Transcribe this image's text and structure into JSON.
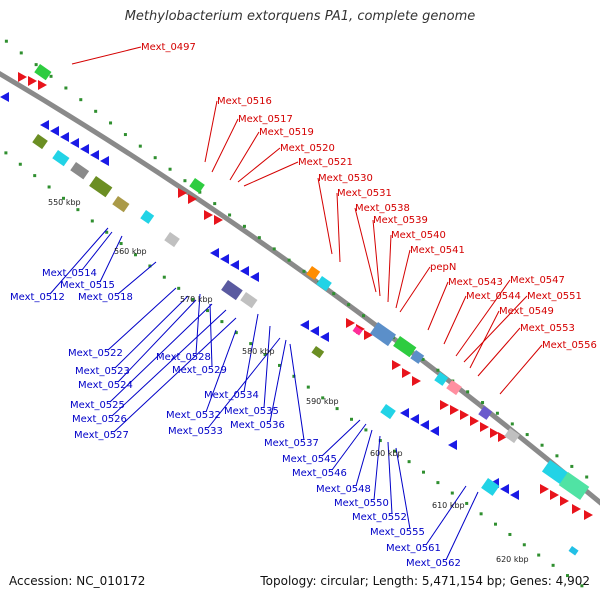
{
  "title": "Methylobacterium extorquens PA1, complete genome",
  "footer": {
    "accession": "Accession: NC_010172",
    "summary": "Topology: circular; Length: 5,471,154 bp; Genes: 4,902"
  },
  "colors": {
    "forward_gene": "#e8141c",
    "reverse_gene": "#1a1ae6",
    "forward_label": "#d40000",
    "reverse_label": "#0000c8",
    "backbone": "#8a8a8a",
    "tick_dots": "#2f8f2f"
  },
  "scale_ticks": [
    "550 kbp",
    "560 kbp",
    "570 kbp",
    "580 kbp",
    "590 kbp",
    "600 kbp",
    "610 kbp",
    "620 kbp"
  ],
  "labels_forward": [
    "Mext_0497",
    "Mext_0516",
    "Mext_0517",
    "Mext_0519",
    "Mext_0520",
    "Mext_0521",
    "Mext_0530",
    "Mext_0531",
    "Mext_0538",
    "Mext_0539",
    "Mext_0540",
    "Mext_0541",
    "pepN",
    "Mext_0543",
    "Mext_0544",
    "Mext_0547",
    "Mext_0551",
    "Mext_0549",
    "Mext_0553",
    "Mext_0556"
  ],
  "labels_reverse": [
    "Mext_0514",
    "Mext_0515",
    "Mext_0512",
    "Mext_0518",
    "Mext_0522",
    "Mext_0528",
    "Mext_0523",
    "Mext_0529",
    "Mext_0524",
    "Mext_0534",
    "Mext_0525",
    "Mext_0532",
    "Mext_0535",
    "Mext_0526",
    "Mext_0533",
    "Mext_0536",
    "Mext_0527",
    "Mext_0537",
    "Mext_0545",
    "Mext_0546",
    "Mext_0548",
    "Mext_0550",
    "Mext_0552",
    "Mext_0555",
    "Mext_0561",
    "Mext_0562"
  ]
}
